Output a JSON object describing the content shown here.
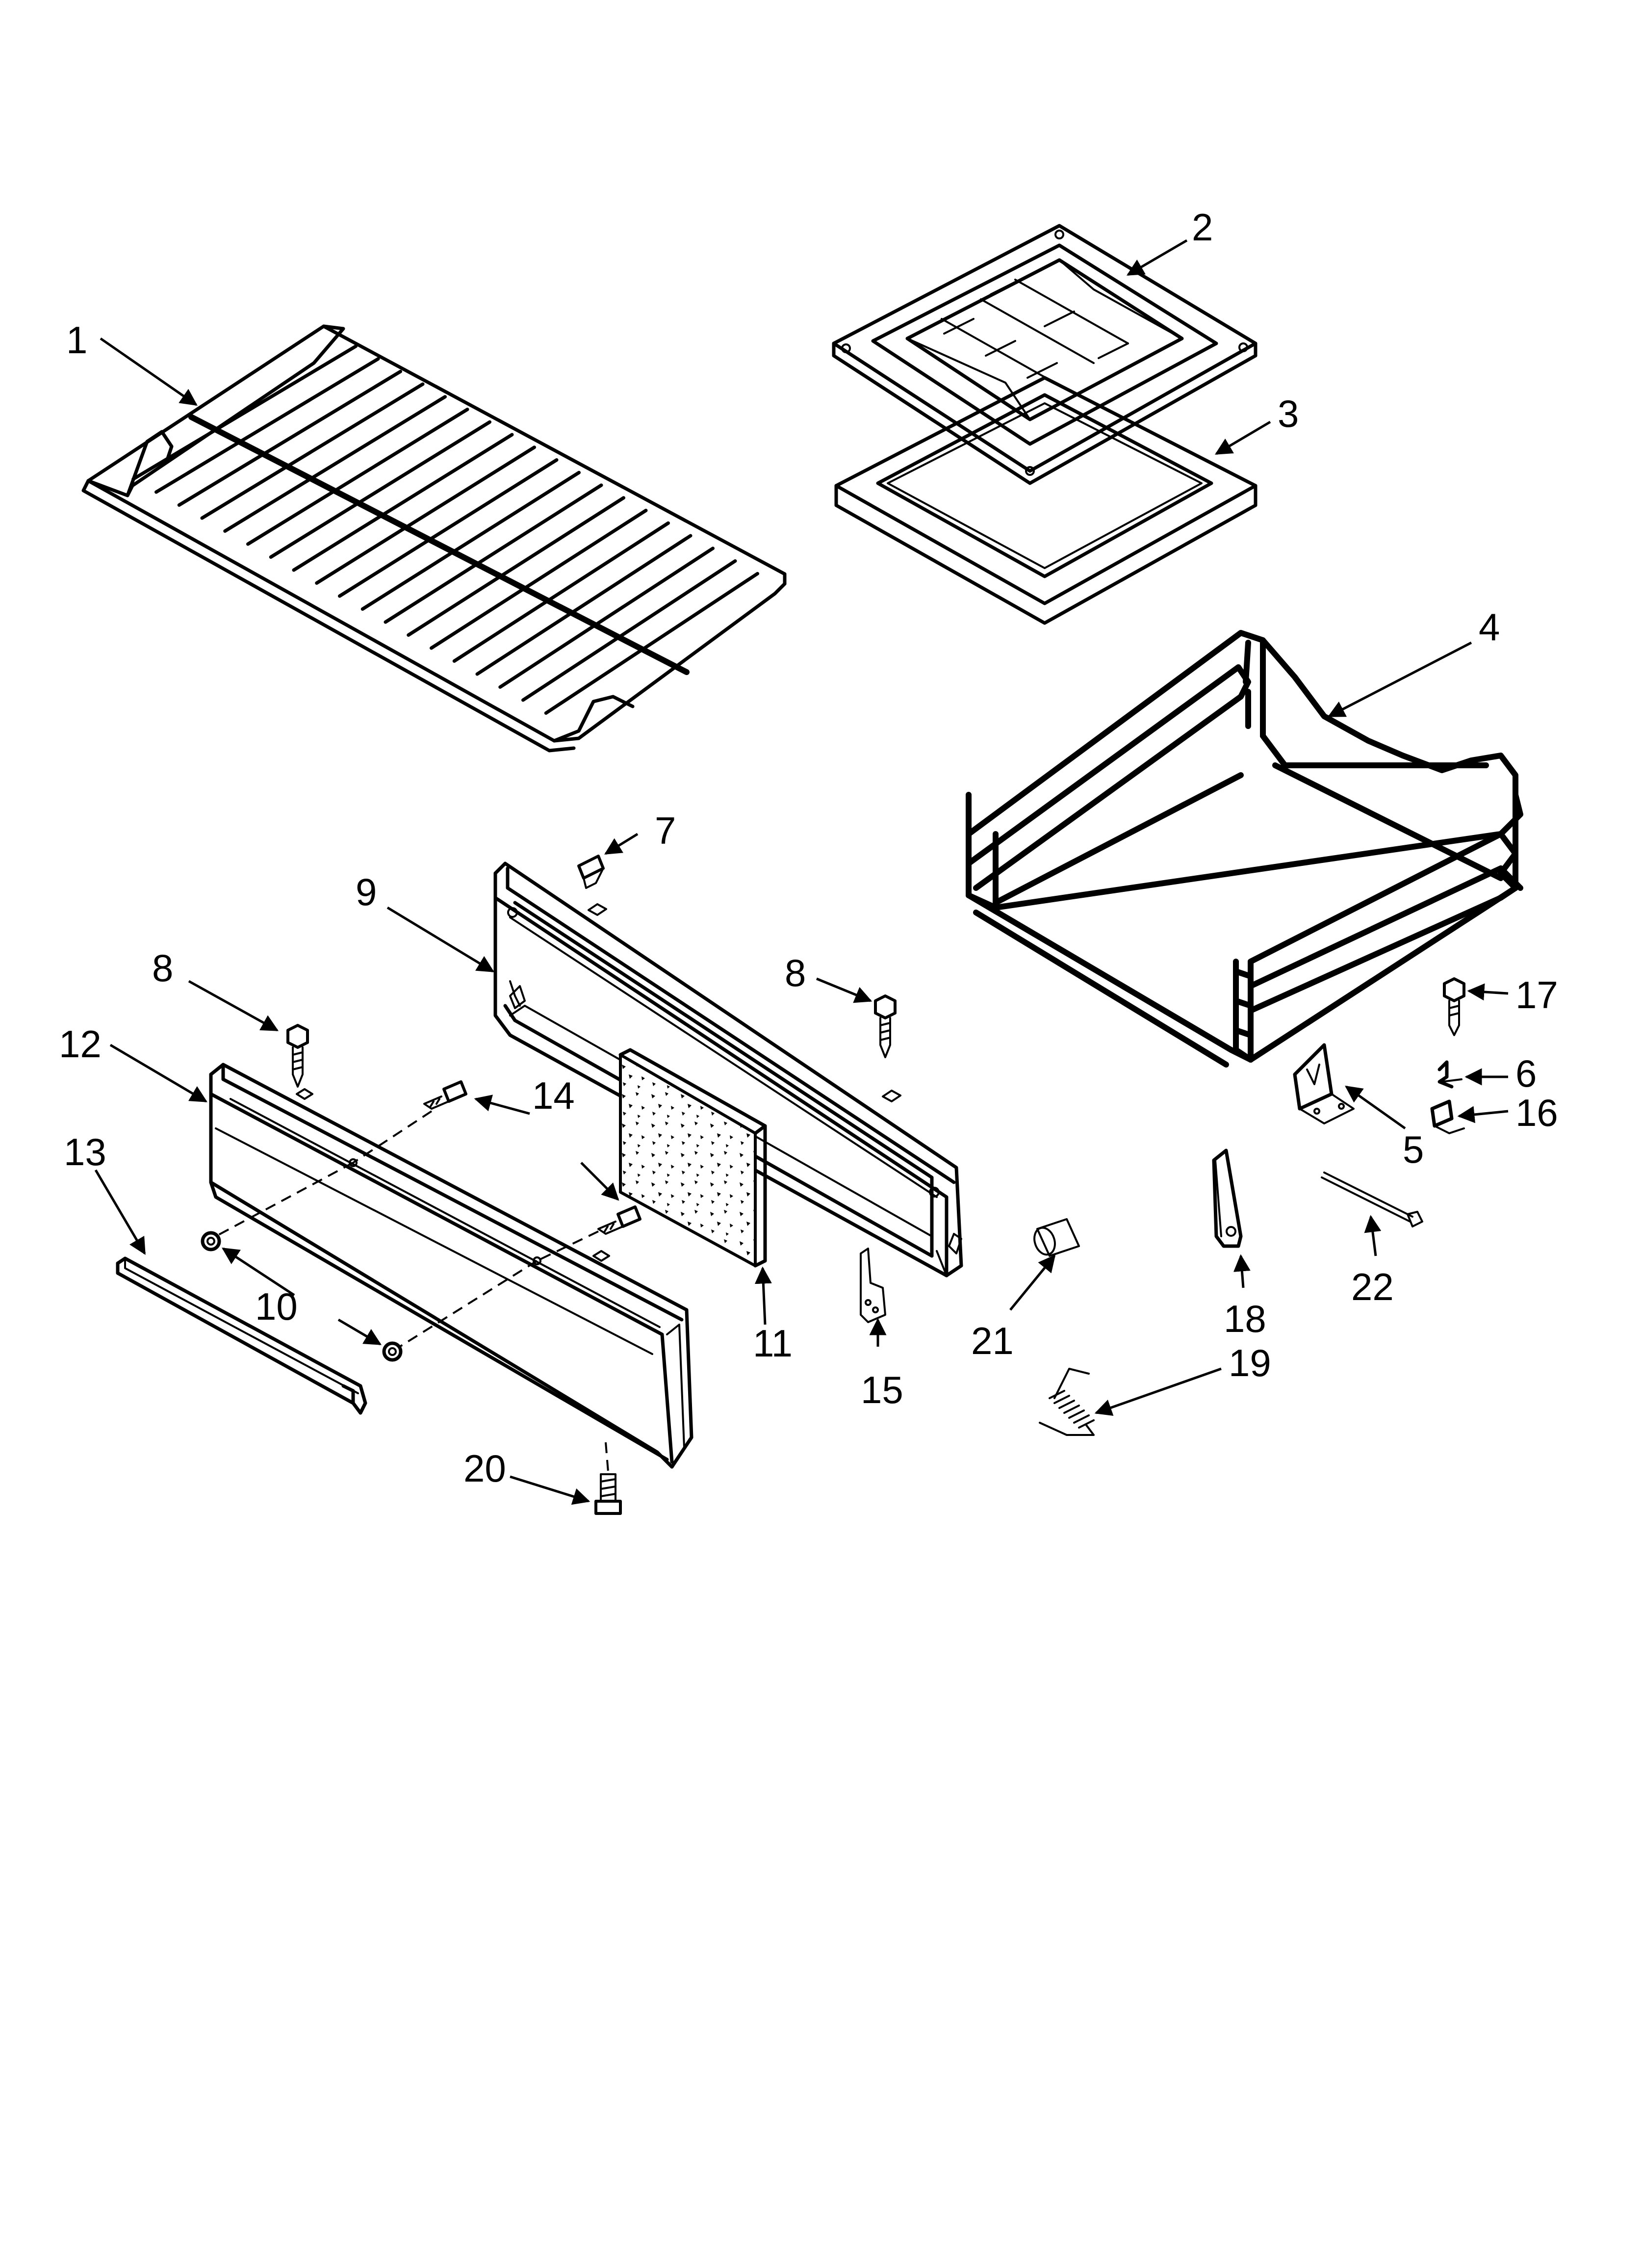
{
  "callouts": {
    "c1": "1",
    "c2": "2",
    "c3": "3",
    "c4": "4",
    "c5": "5",
    "c6": "6",
    "c7": "7",
    "c8a": "8",
    "c8b": "8",
    "c9": "9",
    "c10": "10",
    "c11": "11",
    "c12": "12",
    "c13": "13",
    "c14": "14",
    "c15": "15",
    "c16": "16",
    "c17": "17",
    "c18": "18",
    "c19": "19",
    "c20": "20",
    "c21": "21",
    "c22": "22"
  }
}
